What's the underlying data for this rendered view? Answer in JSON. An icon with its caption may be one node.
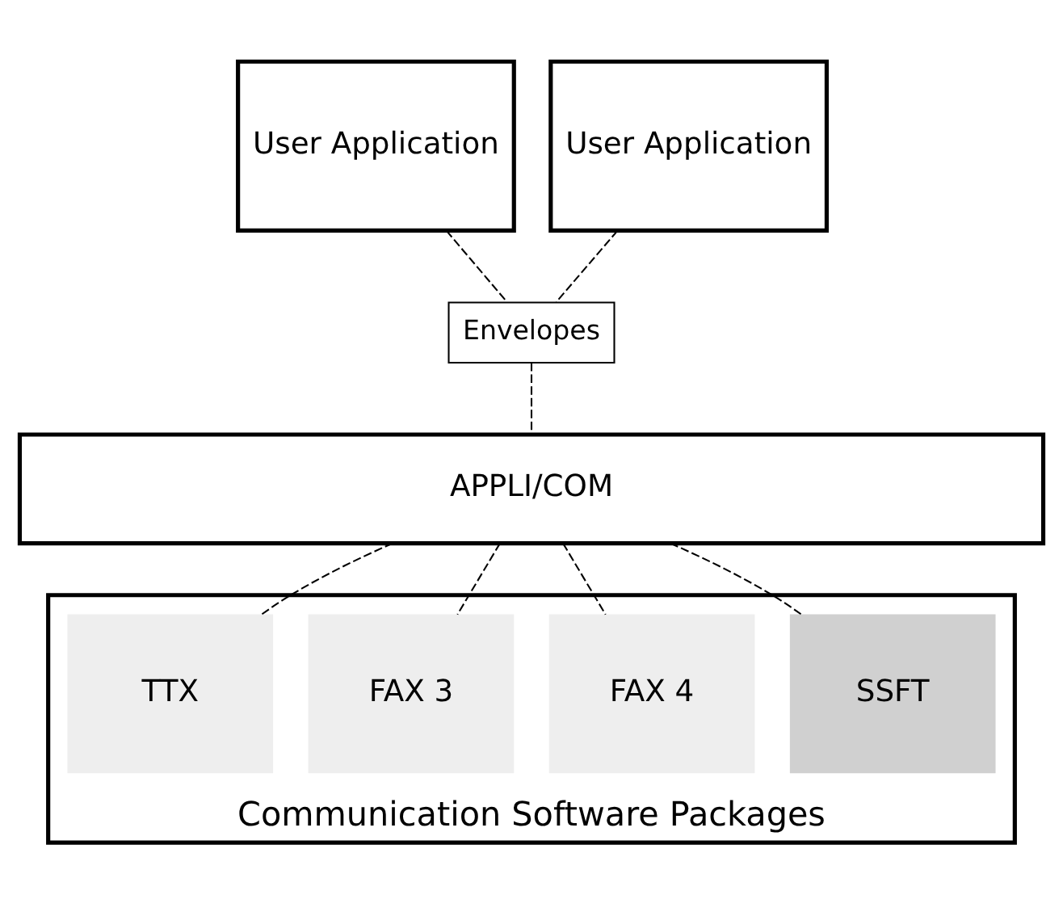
{
  "diagram": {
    "nodes": [
      {
        "text": [
          "User Application"
        ]
      },
      {
        "text": [
          "User Application"
        ]
      },
      {
        "text": [
          "Envelopes"
        ]
      },
      {
        "text": [
          "APPLI/COM"
        ]
      },
      {
        "text": [
          "Communication Software Packages"
        ]
      },
      {
        "text": [
          "TTX"
        ],
        "in": 4
      },
      {
        "text": [
          "FAX 3"
        ],
        "in": 4
      },
      {
        "text": [
          "FAX 4"
        ],
        "in": 4
      },
      {
        "text": [
          "SSFT"
        ],
        "in": 4
      }
    ],
    "edges": [
      {
        "from": 0,
        "to": 2,
        "arrow": "none",
        "style": "dashed"
      },
      {
        "from": 1,
        "to": 2,
        "arrow": "none",
        "style": "dashed"
      },
      {
        "from": 2,
        "to": 3,
        "arrow": "none",
        "style": "dashed"
      },
      {
        "from": 3,
        "to": 5,
        "arrow": "none",
        "style": "dashed"
      },
      {
        "from": 3,
        "to": 6,
        "arrow": "none",
        "style": "dashed"
      },
      {
        "from": 3,
        "to": 7,
        "arrow": "none",
        "style": "dashed"
      },
      {
        "from": 3,
        "to": 8,
        "arrow": "none",
        "style": "dashed"
      }
    ]
  }
}
